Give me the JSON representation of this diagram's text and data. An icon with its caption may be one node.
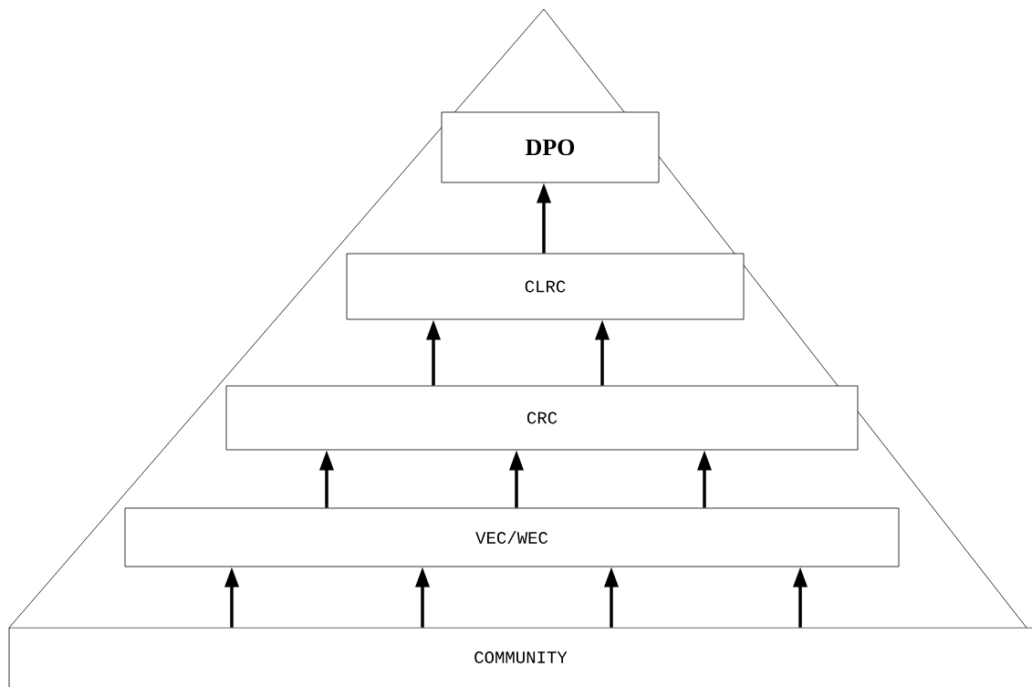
{
  "diagram": {
    "nodes": [
      {
        "text": [],
        "shape": "triangle"
      },
      {
        "text": [
          "DPO"
        ],
        "in": 0
      },
      {
        "text": [
          "CLRC"
        ],
        "in": 0
      },
      {
        "text": [
          "CRC"
        ],
        "in": 0
      },
      {
        "text": [
          "VEC/WEC"
        ],
        "in": 0
      },
      {
        "text": [
          "COMMUNITY"
        ]
      }
    ],
    "edges": [
      {
        "from": 2,
        "to": 1,
        "arrow": "to"
      },
      {
        "from": 3,
        "to": 2,
        "arrow": "to"
      },
      {
        "from": 3,
        "to": 2,
        "arrow": "to"
      },
      {
        "from": 4,
        "to": 3,
        "arrow": "to"
      },
      {
        "from": 4,
        "to": 3,
        "arrow": "to"
      },
      {
        "from": 4,
        "to": 3,
        "arrow": "to"
      },
      {
        "from": 5,
        "to": 4,
        "arrow": "to"
      },
      {
        "from": 5,
        "to": 4,
        "arrow": "to"
      },
      {
        "from": 5,
        "to": 4,
        "arrow": "to"
      },
      {
        "from": 5,
        "to": 4,
        "arrow": "to"
      }
    ]
  }
}
